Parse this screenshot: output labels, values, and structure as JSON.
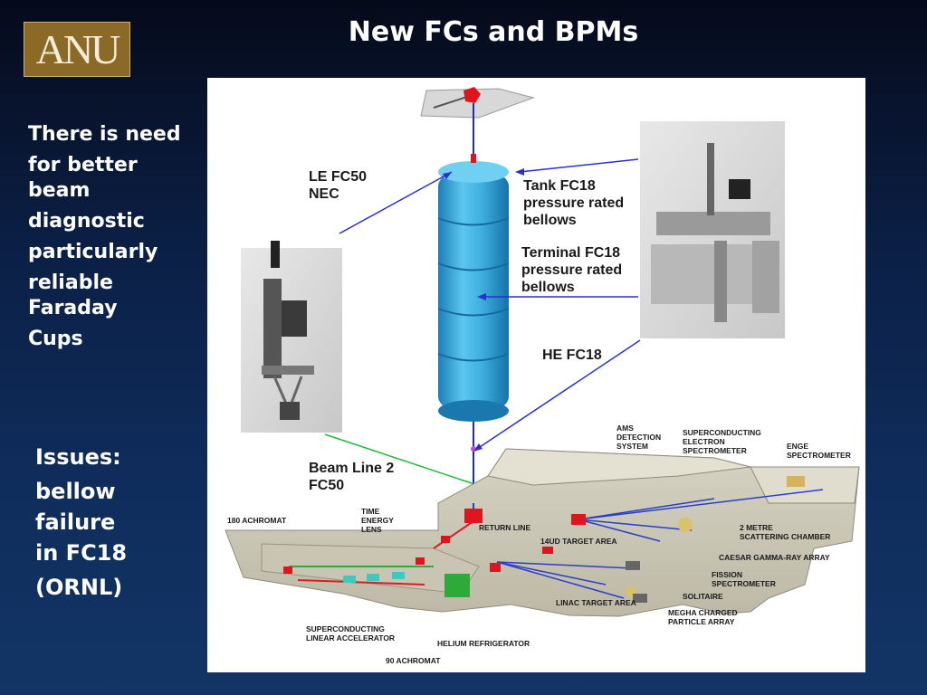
{
  "slide": {
    "logo_text": "ANU",
    "title": "New FCs and BPMs"
  },
  "left_text": {
    "lines": [
      "There is need",
      "for better",
      "beam",
      "diagnostic",
      "particularly",
      "reliable",
      "Faraday",
      "Cups"
    ]
  },
  "issues_text": {
    "lines": [
      "Issues:",
      "bellow",
      "failure",
      "in FC18",
      "(ORNL)"
    ]
  },
  "diagram": {
    "callouts": {
      "le_fc50": [
        "LE FC50",
        "NEC"
      ],
      "tank_fc18": [
        "Tank FC18",
        "pressure rated",
        "bellows"
      ],
      "terminal_fc18": [
        "Terminal FC18",
        "pressure rated",
        "bellows"
      ],
      "he_fc18": "HE FC18",
      "beam_line": [
        "Beam Line 2",
        "FC50"
      ]
    },
    "areas": {
      "ams": [
        "AMS",
        "DETECTION",
        "SYSTEM"
      ],
      "superconducting_electron": [
        "SUPERCONDUCTING",
        "ELECTRON",
        "SPECTROMETER"
      ],
      "enge": [
        "ENGE",
        "SPECTROMETER"
      ],
      "achromat_180": "180 ACHROMAT",
      "time_energy": [
        "TIME",
        "ENERGY",
        "LENS"
      ],
      "return_line": "RETURN LINE",
      "target_area": "14UD TARGET AREA",
      "two_metre": [
        "2 METRE",
        "SCATTERING CHAMBER"
      ],
      "caesar": "CAESAR GAMMA-RAY ARRAY",
      "fission": [
        "FISSION",
        "SPECTROMETER"
      ],
      "solitaire": "SOLITAIRE",
      "linac_target": "LINAC TARGET AREA",
      "megha": [
        "MEGHA CHARGED",
        "PARTICLE ARRAY"
      ],
      "linear_accelerator": [
        "SUPERCONDUCTING",
        "LINEAR ACCELERATOR"
      ],
      "helium": "HELIUM REFRIGERATOR",
      "achromat_90": "90 ACHROMAT"
    }
  }
}
